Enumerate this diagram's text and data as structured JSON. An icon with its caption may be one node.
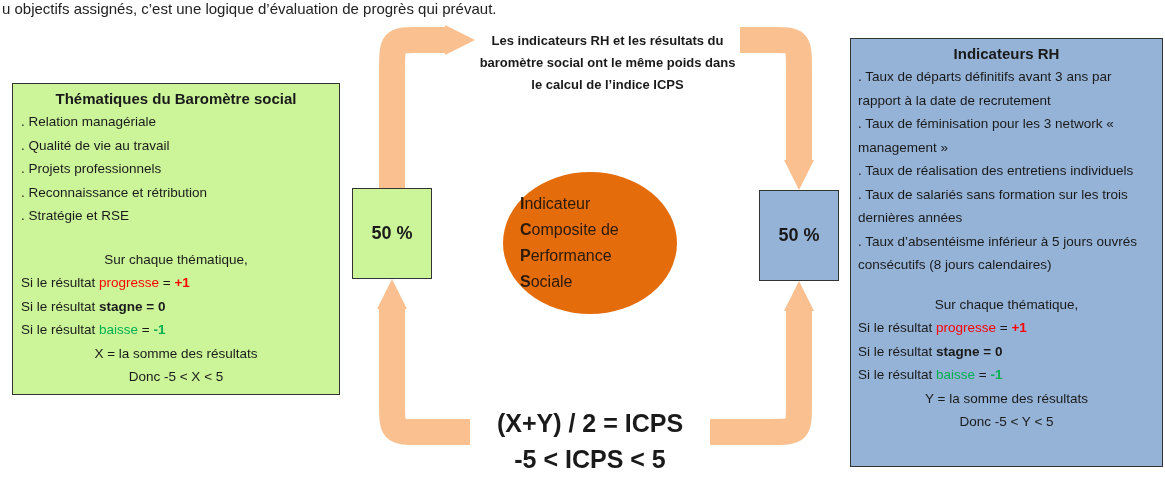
{
  "diagram": {
    "nodes": [
      {
        "text": [
          "Thématiques du Baromètre social",
          ". Relation managériale",
          ". Qualité de vie au travail",
          ". Projets professionnels",
          ". Reconnaissance et rétribution",
          ". Stratégie et RSE",
          "Sur chaque thématique,",
          "Si le résultat progresse = +1",
          "Si le résultat **stagne = 0**",
          "Si le résultat baisse = -1",
          "X = la somme des résultats",
          "Donc -5 < X < 5"
        ]
      },
      {
        "text": [
          "50 %"
        ]
      },
      {
        "text": [
          "**I**ndicateur **C**omposite de **P**erformance **S**ociale"
        ]
      },
      {
        "text": [
          "50 %"
        ]
      },
      {
        "text": [
          "Indicateurs RH",
          ". Taux de départs définitifs avant 3 ans par rapport à la date de recrutement",
          ". Taux de féminisation pour les 3 network « management »",
          ". Taux de réalisation des entretiens individuels",
          ". Taux de salariés sans formation sur les trois dernières années",
          ". Taux d’absentéisme inférieur à 5 jours ouvrés consécutifs (8 jours calendaires)",
          "Sur chaque thématique,",
          "Si le résultat progresse = +1",
          "Si le résultat **stagne = 0**",
          "Si le résultat baisse = -1",
          "Y = la somme des résultats",
          "Donc -5 < Y < 5"
        ]
      },
      {
        "text": [
          "Les indicateurs RH et les résultats du baromètre social ont le même poids dans le calcul de l’indice ICPS"
        ]
      },
      {
        "text": [
          "(X+Y) /  2 = ICPS",
          "-5 < ICPS < 5"
        ]
      }
    ],
    "edges": [
      {
        "from": 1,
        "to": 5,
        "arrow": "to"
      },
      {
        "from": 5,
        "to": 3,
        "arrow": "to"
      },
      {
        "from": 6,
        "to": 1,
        "arrow": "to"
      },
      {
        "from": 6,
        "to": 3,
        "arrow": "to"
      }
    ],
    "labels": [
      "u objectifs assignés, c’est une logique d’évaluation de progrès qui prévaut."
    ]
  }
}
